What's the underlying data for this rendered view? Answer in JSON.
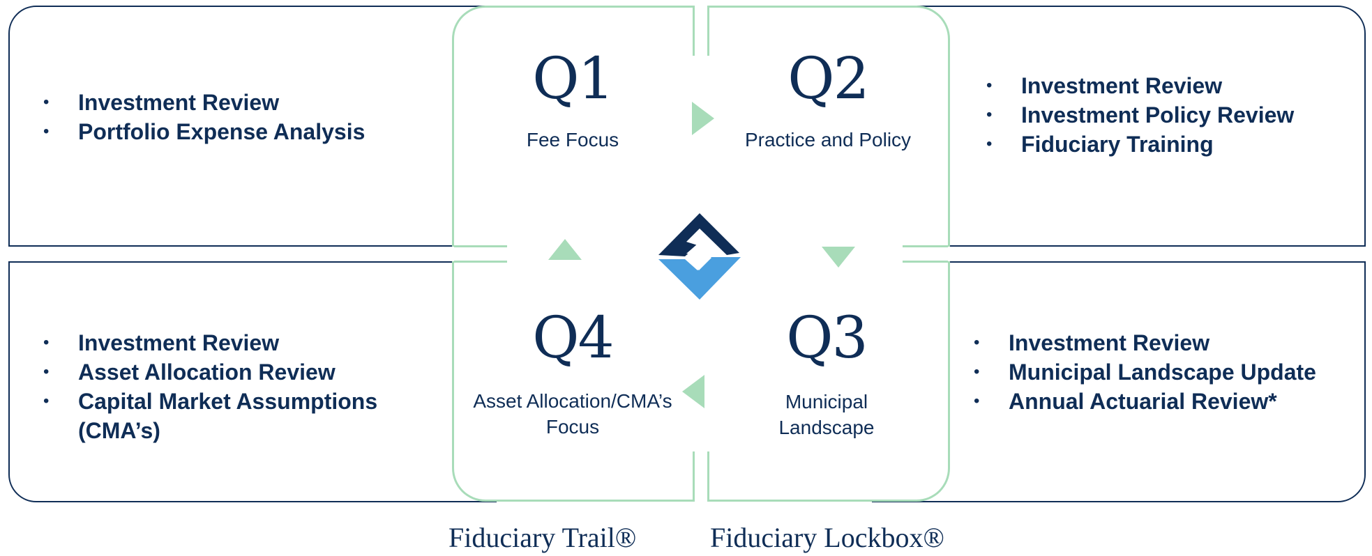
{
  "panels": {
    "top_left": {
      "items": [
        "Investment Review",
        "Portfolio Expense Analysis"
      ]
    },
    "top_right": {
      "items": [
        "Investment Review",
        "Investment Policy Review",
        "Fiduciary Training"
      ]
    },
    "bottom_left": {
      "items": [
        "Investment Review",
        "Asset Allocation Review",
        "Capital Market Assumptions (CMA’s)"
      ]
    },
    "bottom_right": {
      "items": [
        "Investment Review",
        "Municipal Landscape Update",
        "Annual Actuarial Review*"
      ]
    }
  },
  "bullet_glyph": "•",
  "quarters": {
    "q1": {
      "label": "Q1",
      "subtitle": "Fee Focus"
    },
    "q2": {
      "label": "Q2",
      "subtitle": "Practice and Policy"
    },
    "q3": {
      "label": "Q3",
      "subtitle": "Municipal Landscape"
    },
    "q4": {
      "label": "Q4",
      "subtitle": "Asset Allocation/CMA’s Focus"
    }
  },
  "captions": {
    "left": "Fiduciary Trail®",
    "right": "Fiduciary Lockbox®"
  },
  "colors": {
    "navy": "#0f2d56",
    "mint": "#a8dcb9",
    "blue": "#4a9fdf",
    "white": "#ffffff"
  },
  "icons": {
    "arrow_right": "arrow-right-icon",
    "arrow_down": "arrow-down-icon",
    "arrow_left": "arrow-left-icon",
    "arrow_up": "arrow-up-icon",
    "logo": "brand-logo-icon"
  }
}
